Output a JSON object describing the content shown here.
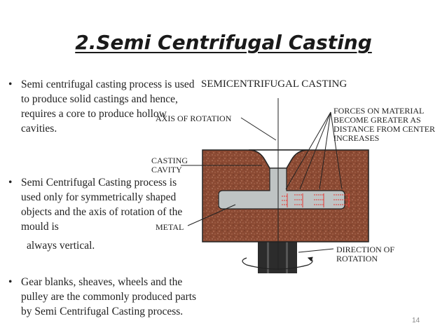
{
  "slide": {
    "title": "2.Semi Centrifugal Casting",
    "page_number": "14"
  },
  "bullets": [
    {
      "marker": "•",
      "text": "Semi centrifugal casting process is used to produce solid castings and hence, requires a core to produce hollow cavities."
    },
    {
      "marker": "•",
      "text": "Semi Centrifugal Casting process is used only for symmetrically shaped objects and the axis of rotation of the mould is"
    },
    {
      "marker": "•",
      "text": "Gear blanks, sheaves, wheels and the pulley are the commonly produced parts by Semi Centrifugal Casting process."
    }
  ],
  "bullet2_continuation": "always vertical.",
  "diagram": {
    "title": "SEMICENTRIFUGAL CASTING",
    "axis_label": "AXIS OF ROTATION",
    "cavity_label_1": "CASTING",
    "cavity_label_2": "CAVITY",
    "metal_label": "METAL",
    "forces_label_1": "FORCES ON MATERIAL",
    "forces_label_2": "BECOME GREATER AS",
    "forces_label_3": "DISTANCE FROM CENTER",
    "forces_label_4": "INCREASES",
    "direction_label_1": "DIRECTION OF",
    "direction_label_2": "ROTATION",
    "colors": {
      "mould": "#8b4a33",
      "metal": "#bfc4c4",
      "shaft": "#2c2c2c",
      "arrows": "#e53935"
    }
  }
}
